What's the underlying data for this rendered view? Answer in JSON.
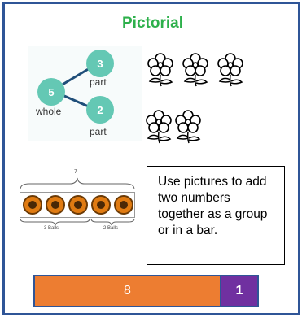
{
  "title": "Pictorial",
  "part_whole": {
    "whole": {
      "value": "5",
      "label": "whole"
    },
    "parts": [
      {
        "value": "3",
        "label": "part"
      },
      {
        "value": "2",
        "label": "part"
      }
    ]
  },
  "flowers": {
    "top_row": 3,
    "bottom_row": 2
  },
  "balls_model": {
    "total_label": "7",
    "ball_count": 5,
    "left_label": "3 Balls",
    "right_label": "2 Balls"
  },
  "note": "Use pictures to add two numbers together as a group or in a bar.",
  "bar_model": {
    "segments": [
      {
        "label": "8",
        "color": "#ed7d31"
      },
      {
        "label": "1",
        "color": "#7030a0"
      }
    ]
  }
}
